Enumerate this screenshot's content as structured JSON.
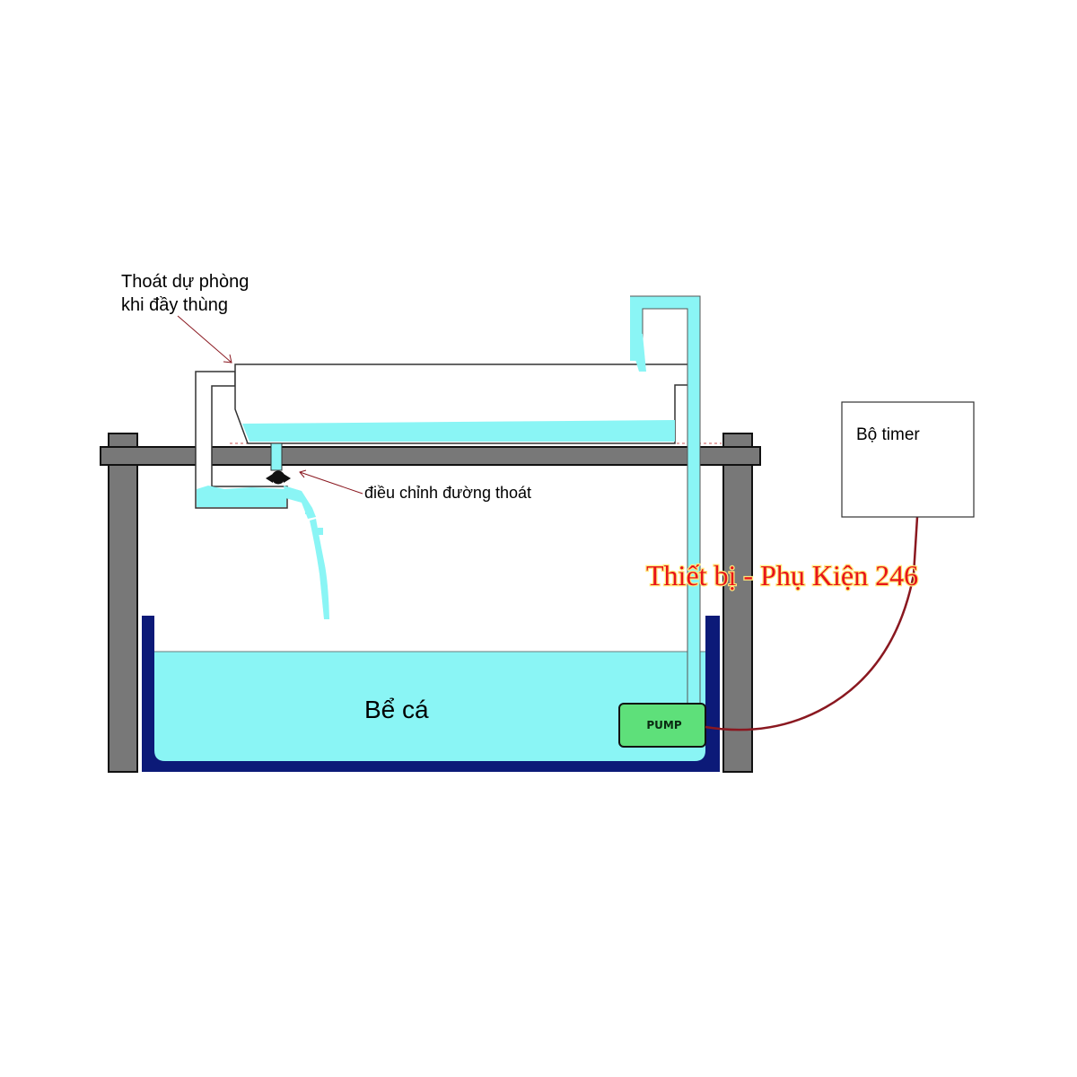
{
  "labels": {
    "overflow_line1": "Thoát dự phòng",
    "overflow_line2": "khi đầy thùng",
    "valve": "điều chỉnh đường thoát",
    "timer": "Bộ timer",
    "tank": "Bể cá",
    "pump": "PUMP",
    "watermark": "Thiết bị - Phụ Kiện 246"
  },
  "colors": {
    "water": "#8af5f5",
    "tank_wall": "#0c1a78",
    "stand": "#787878",
    "pump": "#5ee07a",
    "cable": "#8a1820",
    "watermark": "#e8141a"
  }
}
